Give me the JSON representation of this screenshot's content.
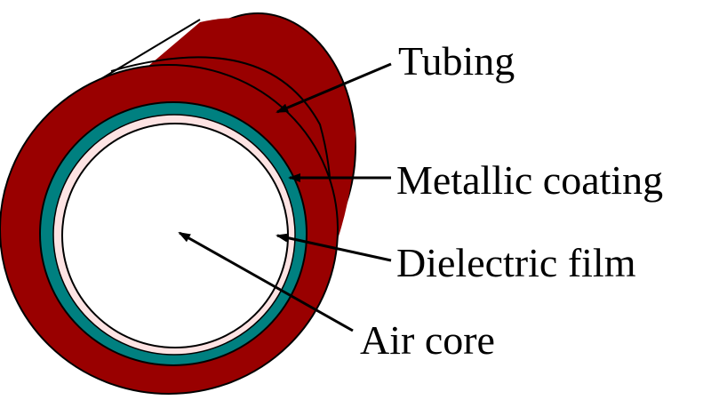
{
  "labels": {
    "tubing": "Tubing",
    "metallic_coating": "Metallic coating",
    "dielectric_film": "Dielectric film",
    "air_core": "Air core"
  },
  "colors": {
    "tubing": "#990000",
    "metallic_coating": "#008080",
    "dielectric_film": "#fde3e3",
    "air_core": "#ffffff",
    "outline": "#000000"
  }
}
